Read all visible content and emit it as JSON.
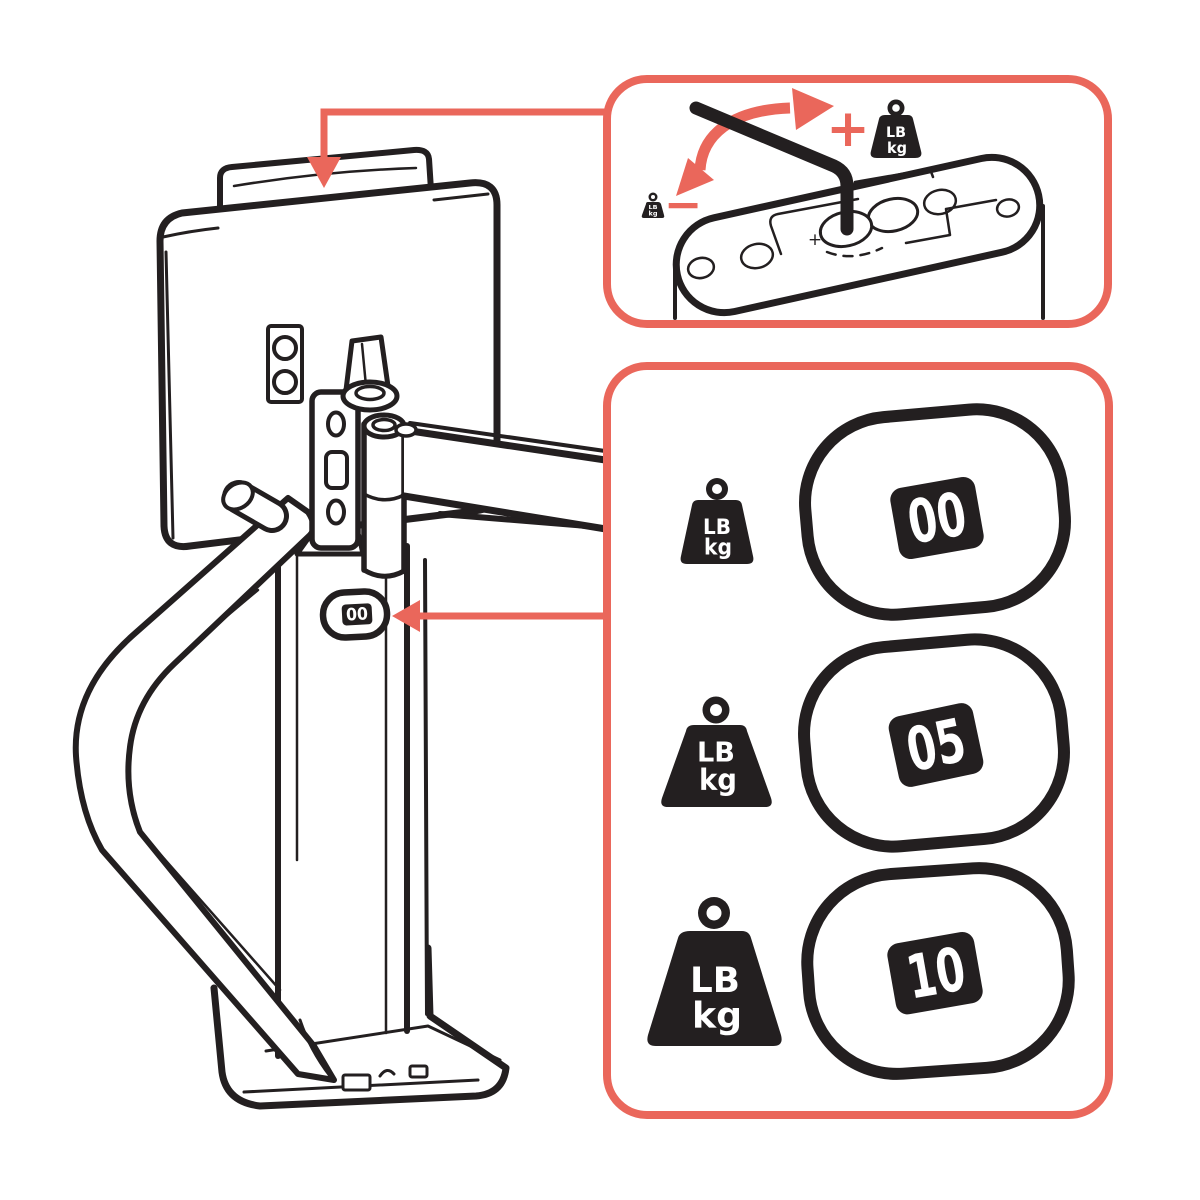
{
  "colors": {
    "accent": "#ea675b",
    "ink": "#231f20",
    "paper": "#ffffff"
  },
  "column_display": {
    "value": "00"
  },
  "adjustment_panel": {
    "increase_sign": "+",
    "decrease_sign": "−",
    "increase_weight": {
      "top": "LB",
      "bottom": "kg"
    },
    "decrease_weight": {
      "top": "LB",
      "bottom": "kg"
    },
    "plate_increase_mark": "+"
  },
  "levels_panel": {
    "rows": [
      {
        "value": "00",
        "unit_top": "LB",
        "unit_bottom": "kg",
        "weight_size": "small"
      },
      {
        "value": "05",
        "unit_top": "LB",
        "unit_bottom": "kg",
        "weight_size": "medium"
      },
      {
        "value": "10",
        "unit_top": "LB",
        "unit_bottom": "kg",
        "weight_size": "large"
      }
    ]
  }
}
